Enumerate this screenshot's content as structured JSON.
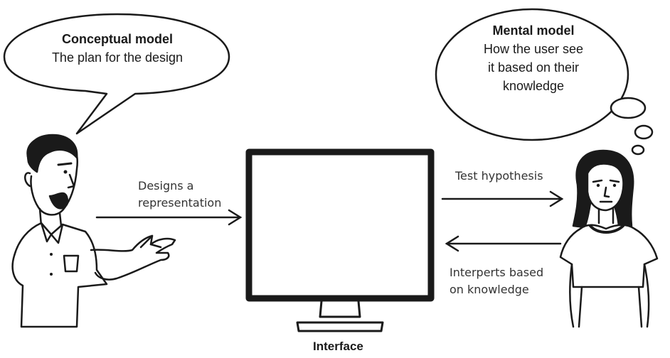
{
  "designer_bubble": {
    "title": "Conceptual model",
    "subtitle": "The plan for the design"
  },
  "user_bubble": {
    "title": "Mental model",
    "line1": "How the user see",
    "line2": "it based on their",
    "line3": "knowledge"
  },
  "arrows": {
    "designs": {
      "line1": "Designs a",
      "line2": "representation"
    },
    "test": {
      "label": "Test hypothesis"
    },
    "interprets": {
      "line1": "Interperts based",
      "line2": "on knowledge"
    }
  },
  "monitor": {
    "caption": "Interface"
  },
  "colors": {
    "ink": "#1a1a1a",
    "background": "#ffffff",
    "screen": "#ffffff"
  }
}
